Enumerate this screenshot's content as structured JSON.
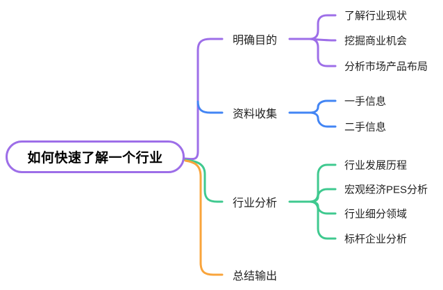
{
  "root": {
    "label": "如何快速了解一个行业"
  },
  "branches": [
    {
      "label": "明确目的",
      "color": "#9d6ee8",
      "children": [
        {
          "label": "了解行业现状"
        },
        {
          "label": "挖掘商业机会"
        },
        {
          "label": "分析市场产品布局"
        }
      ]
    },
    {
      "label": "资料收集",
      "color": "#4285f4",
      "children": [
        {
          "label": "一手信息"
        },
        {
          "label": "二手信息"
        }
      ]
    },
    {
      "label": "行业分析",
      "color": "#3fc98f",
      "children": [
        {
          "label": "行业发展历程"
        },
        {
          "label": "宏观经济PES分析"
        },
        {
          "label": "行业细分领域"
        },
        {
          "label": "标杆企业分析"
        }
      ]
    },
    {
      "label": "总结输出",
      "color": "#f9a43b",
      "children": []
    }
  ],
  "colors": {
    "purple": "#9d6ee8",
    "blue": "#4285f4",
    "green": "#3fc98f",
    "orange": "#f9a43b",
    "text": "#1f1f1f",
    "background": "#ffffff"
  }
}
